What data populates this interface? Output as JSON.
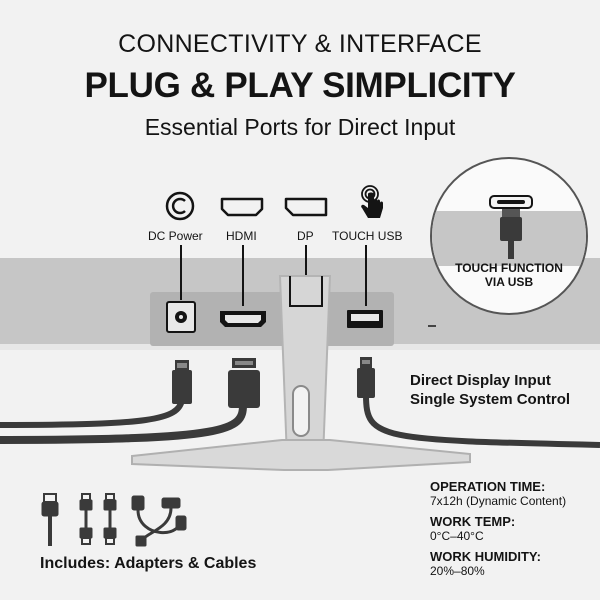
{
  "header": {
    "kicker": "CONNECTIVITY & INTERFACE",
    "title": "PLUG & PLAY SIMPLICITY",
    "subtitle": "Essential Ports for Direct Input"
  },
  "ports": [
    {
      "label": "DC Power",
      "icon": "dc-power-icon"
    },
    {
      "label": "HDMI",
      "icon": "hdmi-icon"
    },
    {
      "label": "DP",
      "icon": "displayport-icon"
    },
    {
      "label": "TOUCH USB",
      "icon": "touch-hand-icon"
    }
  ],
  "callout": {
    "line1": "TOUCH FUNCTION",
    "line2": "VIA USB"
  },
  "side_note": {
    "line1": "Direct Display Input",
    "line2": "Single System Control"
  },
  "includes": "Includes: Adapters & Cables",
  "specs": [
    {
      "label": "OPERATION TIME:",
      "value": "7x12h (Dynamic Content)"
    },
    {
      "label": "WORK TEMP:",
      "value": "0°C–40°C"
    },
    {
      "label": "WORK HUMIDITY:",
      "value": "20%–80%"
    }
  ],
  "colors": {
    "background": "#f2f2f2",
    "bezel": "#c6c6c6",
    "panel": "#b2b2b2",
    "cable": "#3a3a3a",
    "text": "#141414"
  }
}
